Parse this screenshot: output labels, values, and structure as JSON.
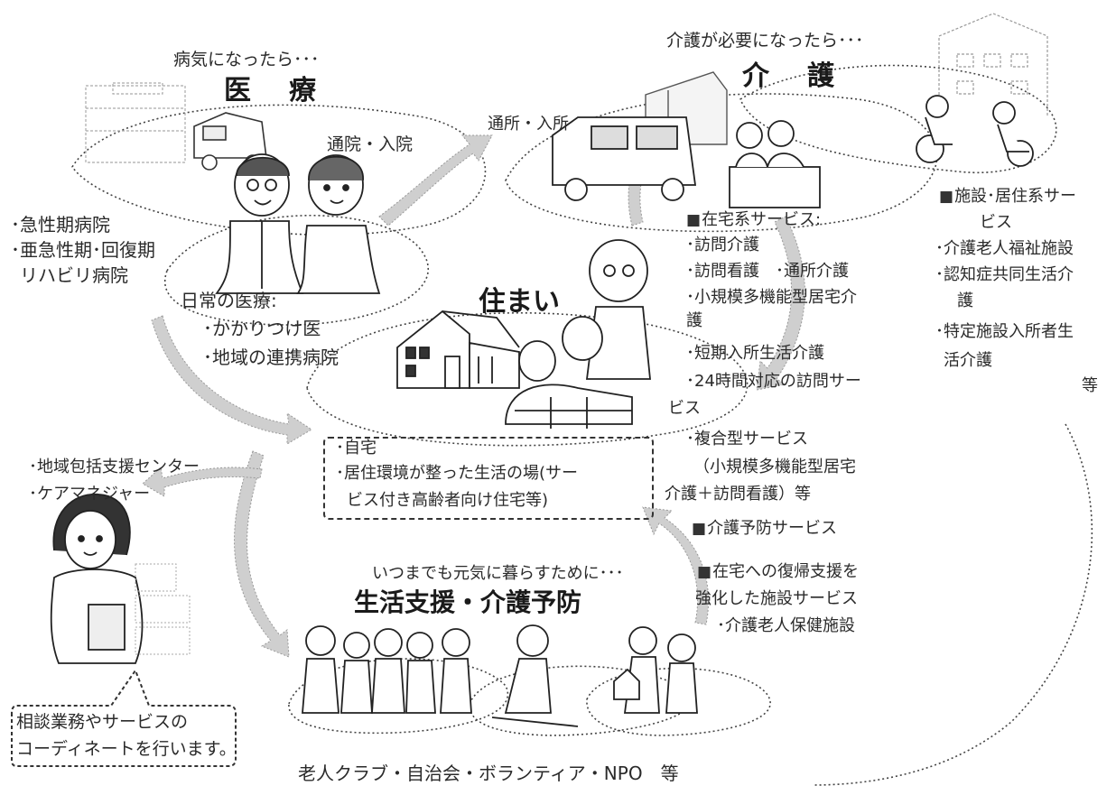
{
  "medical": {
    "heading": "病気になったら･･･",
    "title": "医　療",
    "visit": "通院・入院",
    "hospitals": [
      "･急性期病院",
      "･亜急性期･回復期",
      "リハビリ病院"
    ],
    "daily_heading": "日常の医療:",
    "daily_items": [
      "･かかりつけ医",
      "･地域の連携病院"
    ]
  },
  "care": {
    "heading": "介護が必要になったら･･･",
    "title": "介　護",
    "visit": "通所・入所",
    "home_services_heading": "在宅系サービス:",
    "home_services": [
      "･訪問介護",
      "･訪問看護　･通所介護",
      "･小規模多機能型居宅介",
      "護",
      "･短期入所生活介護",
      "･24時間対応の訪問サー",
      "ビス",
      "･複合型サービス",
      "（小規模多機能型居宅",
      "介護＋訪問看護）等"
    ],
    "prevention_service": "介護予防サービス",
    "facility_support_lines": [
      "在宅への復帰支援を",
      "強化した施設サービス"
    ],
    "facility_support_item": "･介護老人保健施設",
    "facility_heading_lines": [
      "施設･居住系サー",
      "ビス"
    ],
    "facility_items": [
      "･介護老人福祉施設",
      "･認知症共同生活介",
      "護",
      "･特定施設入所者生",
      "活介護"
    ],
    "facility_etc": "等"
  },
  "home": {
    "title": "住まい",
    "items": [
      "･自宅",
      "･居住環境が整った生活の場(サー",
      "ビス付き高齢者向け住宅等)"
    ]
  },
  "support": {
    "heading": "いつまでも元気に暮らすために･･･",
    "title": "生活支援・介護予防",
    "groups": "老人クラブ・自治会・ボランティア・NPO　等"
  },
  "consult": {
    "centers": [
      "･地域包括支援センター",
      "･ケアマネジャー"
    ],
    "bubble": [
      "相談業務やサービスの",
      "コーディネートを行います。"
    ]
  }
}
